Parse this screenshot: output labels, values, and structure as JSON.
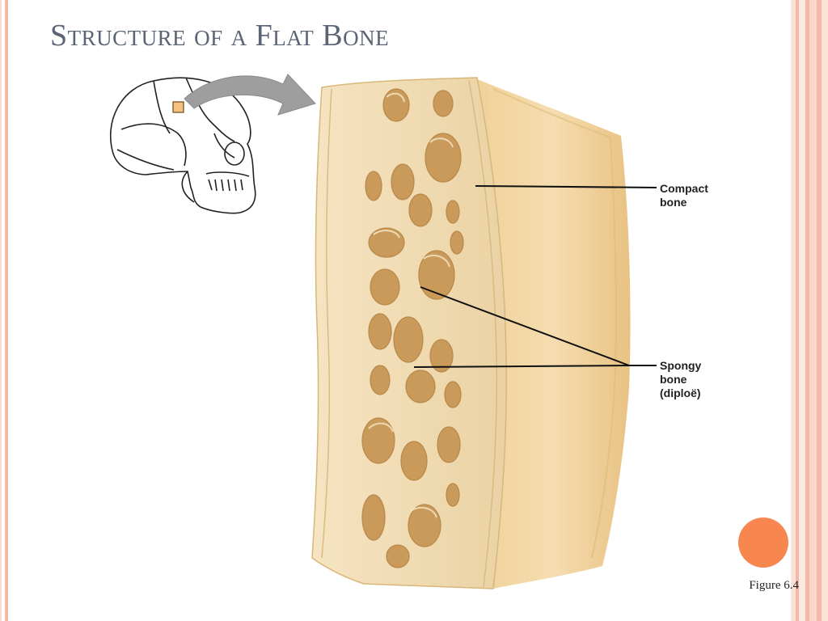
{
  "slide": {
    "title": "Structure of a Flat Bone",
    "figure_caption": "Figure 6.4"
  },
  "labels": {
    "compact_bone": "Compact\nbone",
    "spongy_bone": "Spongy\nbone\n(diploë)"
  },
  "colors": {
    "title": "#5a6475",
    "accent_dot": "#f7874f",
    "border": "#f4b8a8",
    "bone_light": "#f2dfb6",
    "bone_mid": "#e9c98f",
    "bone_dark": "#c9a060"
  }
}
